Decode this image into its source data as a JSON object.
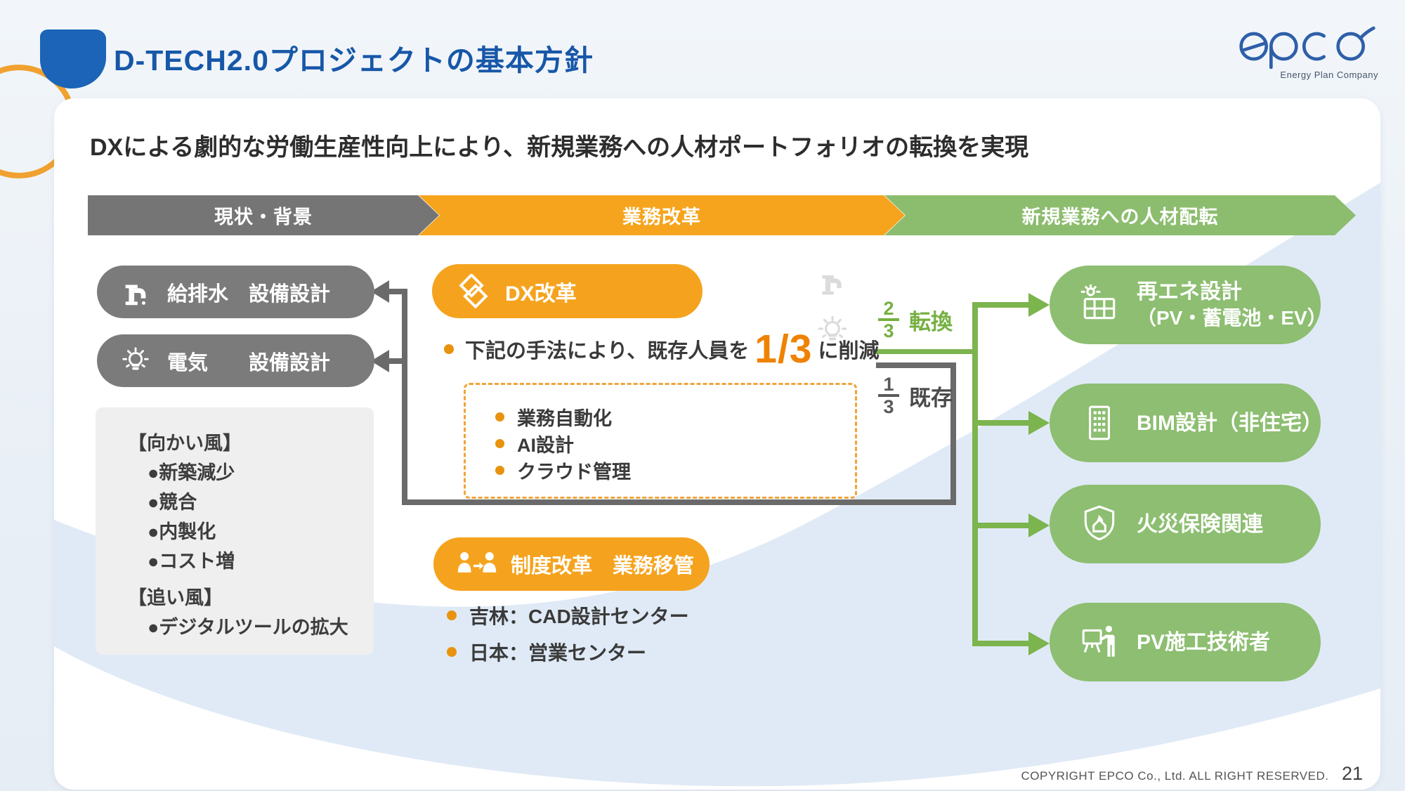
{
  "page": {
    "title": "D-TECH2.0プロジェクトの基本方針",
    "copyright": "COPYRIGHT EPCO Co., Ltd. ALL RIGHT RESERVED.",
    "page_number": "21"
  },
  "logo": {
    "name": "epco",
    "tagline": "Energy Plan Company"
  },
  "headline": "DXによる劇的な労働生産性向上により、新規業務への人材ポートフォリオの転換を実現",
  "banner": {
    "steps": [
      {
        "label": "現状・背景"
      },
      {
        "label": "業務改革"
      },
      {
        "label": "新規業務への人材配転"
      }
    ]
  },
  "current_state": {
    "pills": [
      {
        "label": "給排水　設備設計",
        "icon": "faucet-icon"
      },
      {
        "label": "電気　　設備設計",
        "icon": "lightbulb-icon"
      }
    ],
    "environment": {
      "headwind_title": "【向かい風】",
      "headwind_items": [
        "●新築減少",
        "●競合",
        "●内製化",
        "●コスト増"
      ],
      "tailwind_title": "【追い風】",
      "tailwind_items": [
        "●デジタルツールの拡大"
      ]
    }
  },
  "reform": {
    "dx_pill_label": "DX改革",
    "reduction": {
      "prefix": "下記の手法により、既存人員を",
      "fraction": "1/3",
      "suffix": "に削減"
    },
    "methods": [
      "業務自動化",
      "AI設計",
      "クラウド管理"
    ],
    "seido_pill_label": "制度改革　業務移管",
    "transfers": [
      "吉林：CAD設計センター",
      "日本：営業センター"
    ]
  },
  "split": {
    "converted": {
      "numerator": "2",
      "denominator": "3",
      "label": "転換"
    },
    "existing": {
      "numerator": "1",
      "denominator": "3",
      "label": "既存"
    }
  },
  "new_business": {
    "pills": [
      {
        "line1": "再エネ設計",
        "line2": "（PV・蓄電池・EV）",
        "icon": "solar-panel-icon"
      },
      {
        "line1": "BIM設計（非住宅）",
        "icon": "building-icon"
      },
      {
        "line1": "火災保険関連",
        "icon": "shield-icon"
      },
      {
        "line1": "PV施工技術者",
        "icon": "pv-instructor-icon"
      }
    ]
  },
  "colors": {
    "accent_orange": "#F5A31E",
    "accent_green": "#8DBE71",
    "line_green": "#7CB44E",
    "gray": "#757575",
    "title_blue": "#1757A8"
  }
}
